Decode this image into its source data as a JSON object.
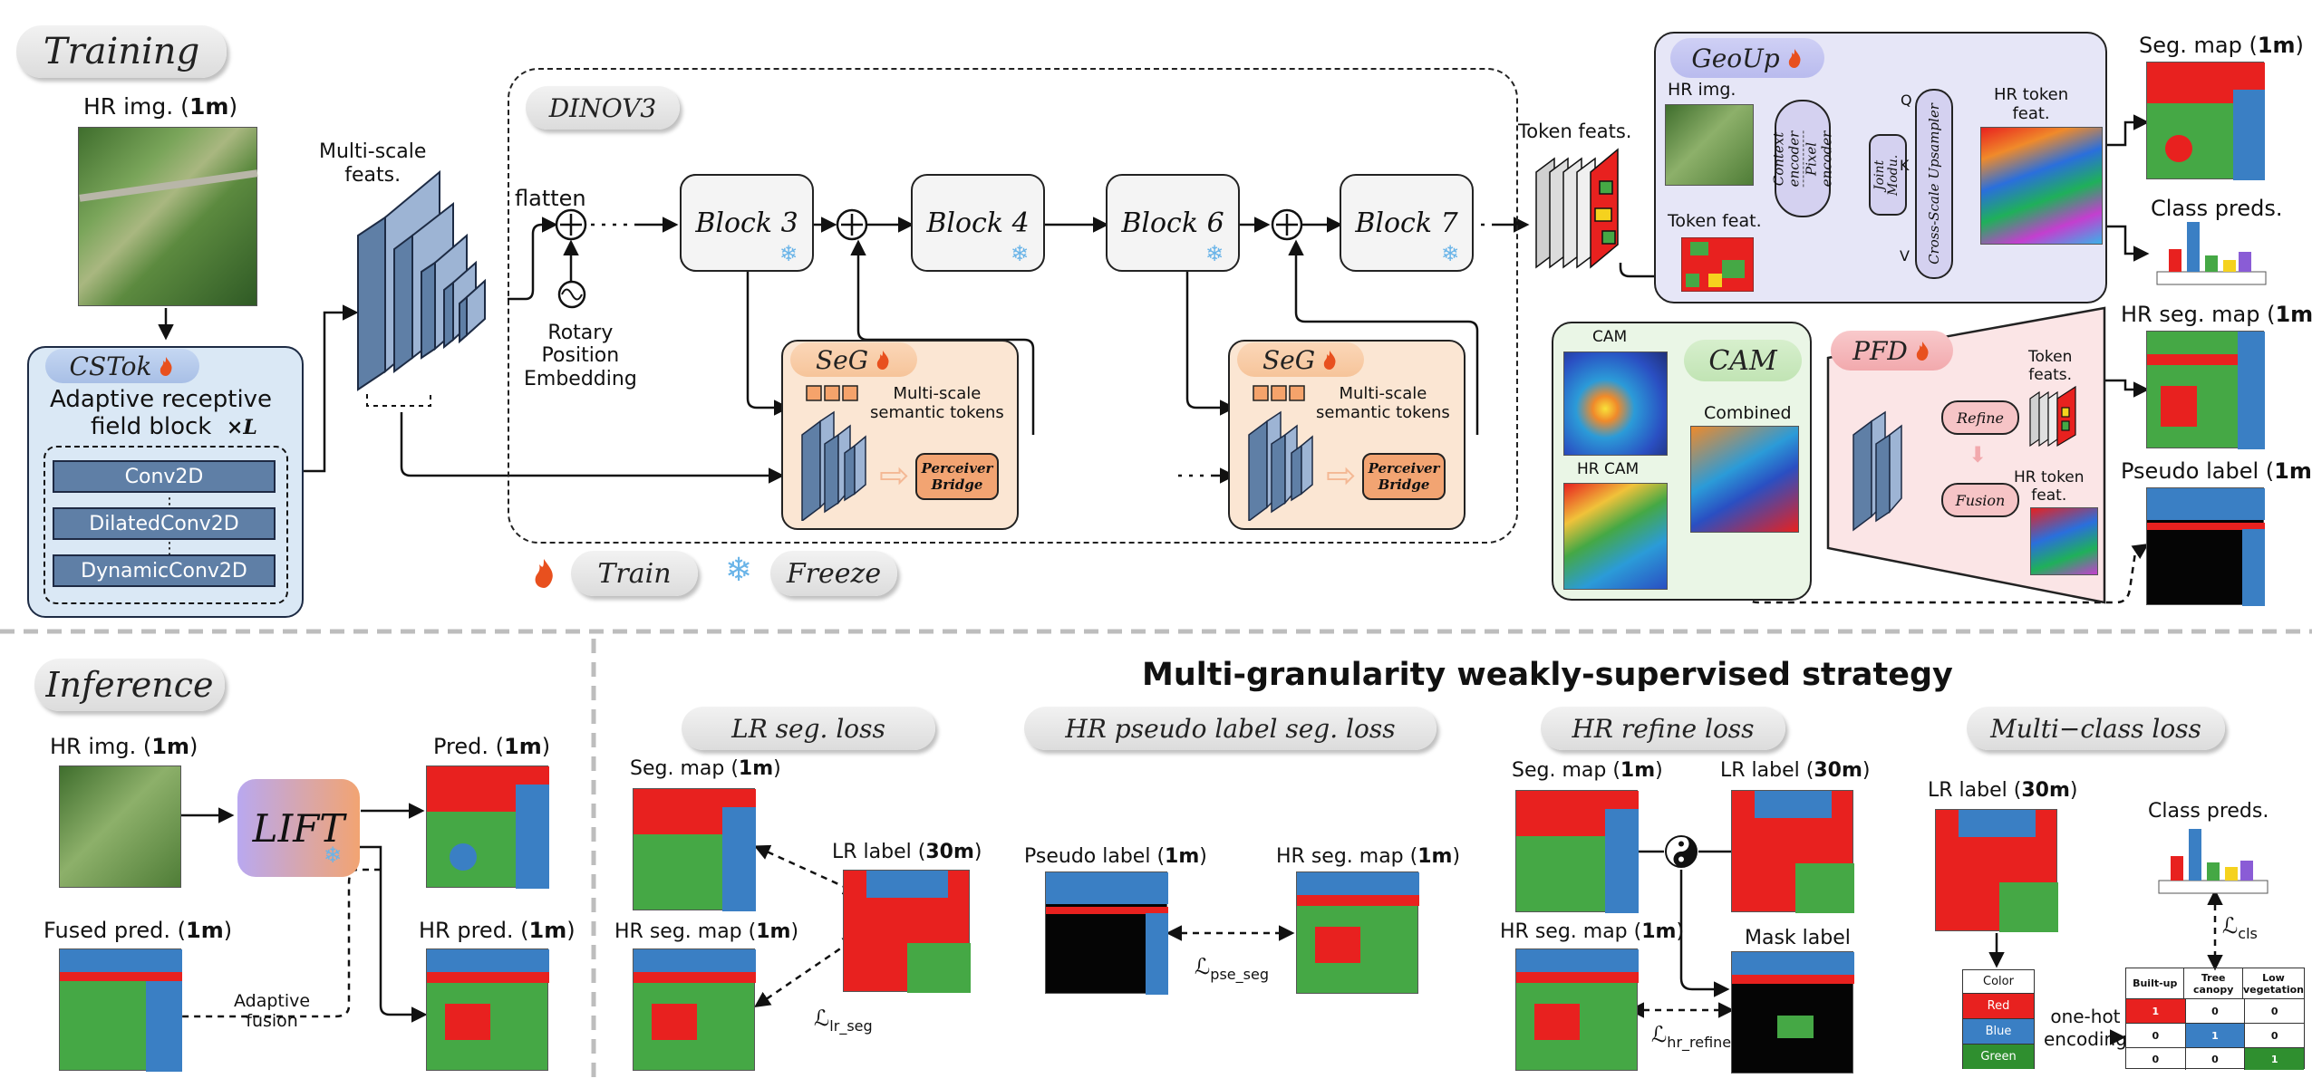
{
  "sections": {
    "training": "Training",
    "inference": "Inference",
    "strategy_title": "Multi-granularity weakly-supervised strategy"
  },
  "training": {
    "hr_img": {
      "pre": "HR img. (",
      "bold": "1m",
      "post": ")"
    },
    "cstok": {
      "title": "CSTok",
      "desc1": "Adaptive receptive",
      "desc2": "field block",
      "times_l": "×L",
      "layers": [
        "Conv2D",
        "DilatedConv2D",
        "DynamicConv2D"
      ]
    },
    "multiscale_feats": [
      "Multi-scale",
      "feats."
    ],
    "dinov3": "DINOV3",
    "flatten": "flatten",
    "rope": [
      "Rotary",
      "Position",
      "Embedding"
    ],
    "blocks": [
      "Block 3",
      "Block 4",
      "Block 6",
      "Block 7"
    ],
    "seg_label": "SeG",
    "seg_tokens": [
      "Multi-scale",
      "semantic tokens"
    ],
    "perceiver": [
      "Perceiver",
      "Bridge"
    ],
    "legend": {
      "train": "Train",
      "freeze": "Freeze"
    },
    "token_feats": "Token feats.",
    "geoup": {
      "title": "GeoUp",
      "hr_img": "HR img.",
      "token_feat": "Token feat.",
      "context_encoder": [
        "Context",
        "encoder"
      ],
      "pixel_encoder": [
        "Pixel",
        "encoder"
      ],
      "joint_modu": [
        "Joint",
        "Modu."
      ],
      "upsampler": "Cross-Scale Upsampler",
      "q": "Q",
      "k": "K",
      "v": "V",
      "hr_token_feat": [
        "HR token",
        "feat."
      ]
    },
    "cam": {
      "title": "CAM",
      "cam": "CAM",
      "hr_cam": "HR CAM",
      "combined": "Combined"
    },
    "pfd": {
      "title": "PFD",
      "refine": "Refine",
      "fusion": "Fusion",
      "token_feats": [
        "Token",
        "feats."
      ],
      "hr_token_feat": [
        "HR token",
        "feat."
      ]
    },
    "outputs": {
      "seg_map": {
        "pre": "Seg. map (",
        "bold": "1m",
        "post": ")"
      },
      "class_preds": "Class preds.",
      "hr_seg_map": {
        "pre": "HR seg. map (",
        "bold": "1m",
        "post": ")"
      },
      "pseudo_label": {
        "pre": "Pseudo label (",
        "bold": "1m",
        "post": ")"
      }
    }
  },
  "inference": {
    "hr_img": {
      "pre": "HR img. (",
      "bold": "1m",
      "post": ")"
    },
    "lift": "LIFT",
    "pred": {
      "pre": "Pred. (",
      "bold": "1m",
      "post": ")"
    },
    "hr_pred": {
      "pre": "HR pred. (",
      "bold": "1m",
      "post": ")"
    },
    "fused_pred": {
      "pre": "Fused pred. (",
      "bold": "1m",
      "post": ")"
    },
    "adaptive_fusion": [
      "Adaptive",
      "fusion"
    ]
  },
  "losses": {
    "lr_seg": {
      "title": "LR seg. loss",
      "seg_map": {
        "pre": "Seg. map (",
        "bold": "1m",
        "post": ")"
      },
      "hr_seg_map": {
        "pre": "HR seg. map (",
        "bold": "1m",
        "post": ")"
      },
      "lr_label": {
        "pre": "LR label (",
        "bold": "30m",
        "post": ")"
      },
      "symbol": "ℒ",
      "sub": "lr_seg"
    },
    "hr_pseudo": {
      "title": "HR pseudo label seg. loss",
      "pseudo_label": {
        "pre": "Pseudo label (",
        "bold": "1m",
        "post": ")"
      },
      "hr_seg_map": {
        "pre": "HR seg. map (",
        "bold": "1m",
        "post": ")"
      },
      "symbol": "ℒ",
      "sub": "pse_seg"
    },
    "hr_refine": {
      "title": "HR refine loss",
      "seg_map": {
        "pre": "Seg. map (",
        "bold": "1m",
        "post": ")"
      },
      "lr_label": {
        "pre": "LR label (",
        "bold": "30m",
        "post": ")"
      },
      "hr_seg_map": {
        "pre": "HR seg. map (",
        "bold": "1m",
        "post": ")"
      },
      "mask_label": "Mask label",
      "symbol": "ℒ",
      "sub": "hr_refine"
    },
    "multiclass": {
      "title": "Multi−class loss",
      "lr_label": {
        "pre": "LR label (",
        "bold": "30m",
        "post": ")"
      },
      "class_preds": "Class preds.",
      "symbol": "ℒ",
      "sub": "cls",
      "one_hot": [
        "one-hot",
        "encoding"
      ],
      "color_table": {
        "header": "Color",
        "rows": [
          "Red",
          "Blue",
          "Green"
        ]
      },
      "onehot_table": {
        "headers": [
          "Built-up",
          "Tree canopy",
          "Low vegetation"
        ],
        "rows": [
          [
            "1",
            "0",
            "0"
          ],
          [
            "0",
            "1",
            "0"
          ],
          [
            "0",
            "0",
            "1"
          ]
        ]
      }
    }
  },
  "colors": {
    "built_up": "#e8211f",
    "tree_canopy": "#3a7fc4",
    "low_vegetation": "#45a845",
    "train_flame": "#e8501e",
    "freeze_snow": "#6ab4e8",
    "cstok_bg": "#dae8f5",
    "geoup_bg": "#e6e6f7",
    "seg_bg": "#fbe6d3",
    "cam_bg": "#eaf6e6",
    "pfd_bg": "#fbe5e6"
  },
  "icons": [
    "flame-icon",
    "snowflake-icon",
    "plus-circle-icon",
    "sine-circle-icon",
    "yin-yang-icon"
  ]
}
